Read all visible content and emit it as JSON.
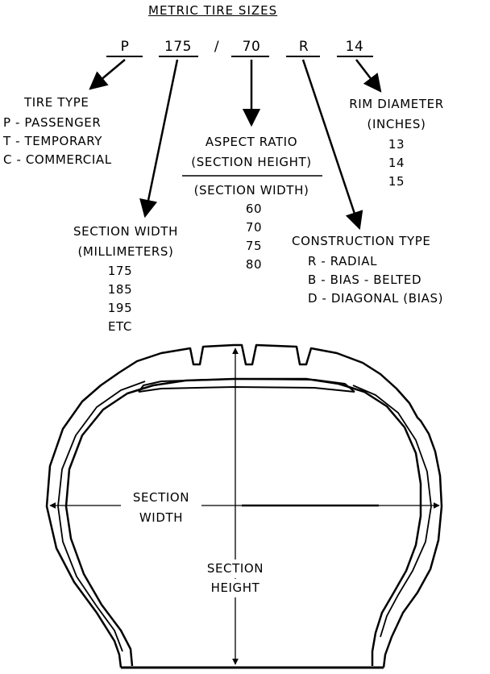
{
  "title": "METRIC TIRE SIZES",
  "code": {
    "type_letter": "P",
    "width_value": "175",
    "slash": "/",
    "ratio_value": "70",
    "construction_letter": "R",
    "rim_value": "14"
  },
  "tire_type": {
    "heading": "TIRE TYPE",
    "items": [
      "P - PASSENGER",
      "T - TEMPORARY",
      "C - COMMERCIAL"
    ]
  },
  "aspect_ratio": {
    "heading": "ASPECT RATIO",
    "numerator": "(SECTION HEIGHT)",
    "denominator": "(SECTION WIDTH)",
    "values": [
      "60",
      "70",
      "75",
      "80"
    ]
  },
  "rim_diameter": {
    "heading": "RIM DIAMETER",
    "unit": "(INCHES)",
    "values": [
      "13",
      "14",
      "15"
    ]
  },
  "section_width": {
    "heading": "SECTION WIDTH",
    "unit": "(MILLIMETERS)",
    "values": [
      "175",
      "185",
      "195",
      "ETC"
    ]
  },
  "construction_type": {
    "heading": "CONSTRUCTION TYPE",
    "items": [
      "R - RADIAL",
      "B - BIAS - BELTED",
      "D - DIAGONAL (BIAS)"
    ]
  },
  "tire_labels": {
    "width_line1": "SECTION",
    "width_line2": "WIDTH",
    "height_line1": "SECTION",
    "height_line2": "HEIGHT"
  }
}
